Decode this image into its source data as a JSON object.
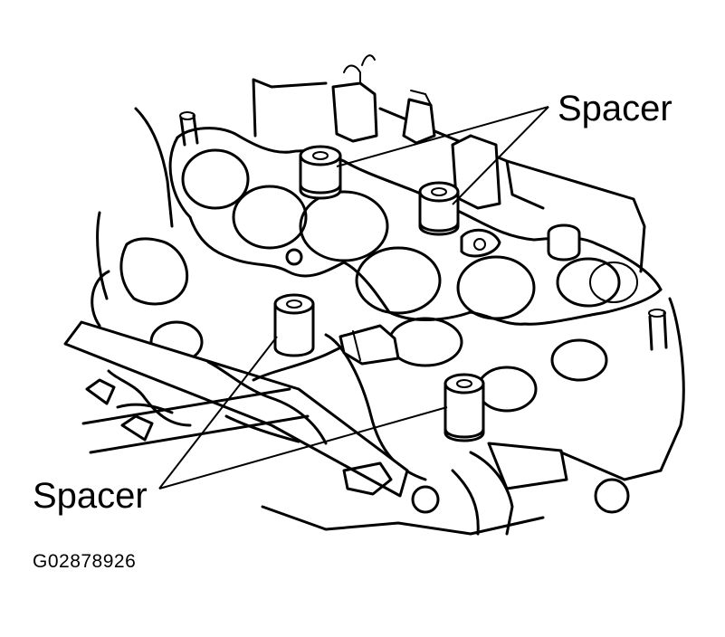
{
  "labels": {
    "spacer_top": "Spacer",
    "spacer_bottom": "Spacer",
    "figure_id": "G02878926"
  },
  "colors": {
    "line": "#000000",
    "background": "#ffffff"
  }
}
